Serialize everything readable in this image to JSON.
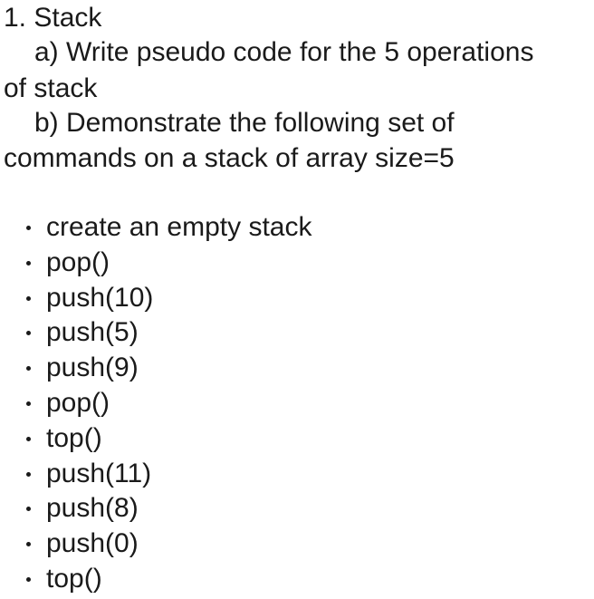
{
  "question": {
    "title": "1. Stack",
    "part_a_line1": "a) Write pseudo code for the 5 operations",
    "part_a_line2": "of stack",
    "part_b_line1": "b) Demonstrate the following set of",
    "part_b_line2": "commands on a stack of array size=5"
  },
  "commands": [
    "create an empty stack",
    "pop()",
    "push(10)",
    "push(5)",
    "push(9)",
    "pop()",
    "top()",
    "push(11)",
    "push(8)",
    "push(0)",
    "top()"
  ]
}
